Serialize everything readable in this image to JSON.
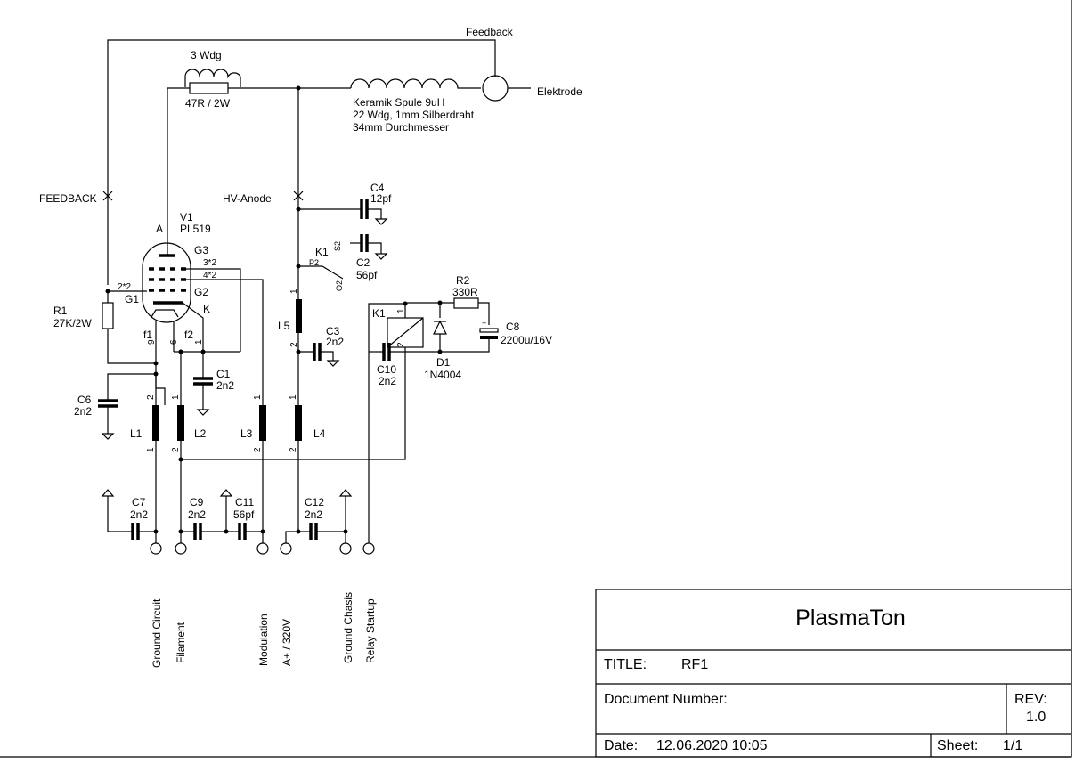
{
  "titleblock": {
    "project": "PlasmaTon",
    "title_label": "TITLE:",
    "title_value": "RF1",
    "docnum_label": "Document Number:",
    "rev_label": "REV:",
    "rev_value": "1.0",
    "date_label": "Date:",
    "date_value": "12.06.2020 10:05",
    "sheet_label": "Sheet:",
    "sheet_value": "1/1"
  },
  "nets": {
    "feedback_top": "Feedback",
    "feedback_left": "FEEDBACK",
    "elektrode": "Elektrode",
    "hv_anode": "HV-Anode"
  },
  "parts": {
    "coil_3wdg": "3 Wdg",
    "r_47r": "47R / 2W",
    "ceramic_coil_line1": "Keramik Spule 9uH",
    "ceramic_coil_line2": "22 Wdg, 1mm Silberdraht",
    "ceramic_coil_line3": "34mm Durchmesser",
    "c4_ref": "C4",
    "c4_val": "12pf",
    "c2_ref": "C2",
    "c2_val": "56pf",
    "k1_ref": "K1",
    "v1_ref": "V1",
    "v1_val": "PL519",
    "r1_ref": "R1",
    "r1_val": "27K/2W",
    "r2_ref": "R2",
    "r2_val": "330R",
    "c8_ref": "C8",
    "c8_val": "2200u/16V",
    "c10_ref": "C10",
    "c10_val": "2n2",
    "d1_ref": "D1",
    "d1_val": "1N4004",
    "c3_ref": "C3",
    "c3_val": "2n2",
    "c1_ref": "C1",
    "c1_val": "2n2",
    "c6_ref": "C6",
    "c6_val": "2n2",
    "l1_ref": "L1",
    "l2_ref": "L2",
    "l3_ref": "L3",
    "l4_ref": "L4",
    "l5_ref": "L5",
    "c7_ref": "C7",
    "c7_val": "2n2",
    "c9_ref": "C9",
    "c9_val": "2n2",
    "c11_ref": "C11",
    "c11_val": "56pf",
    "c12_ref": "C12",
    "c12_val": "2n2"
  },
  "pins": {
    "a": "A",
    "g3": "G3",
    "g2": "G2",
    "g1": "G1",
    "k": "K",
    "f1": "f1",
    "f2": "f2",
    "p32": "3*2",
    "p42": "4*2",
    "p22": "2*2",
    "p9": "9",
    "p6": "6",
    "one": "1",
    "two": "2",
    "p2": "P2",
    "s2": "S2",
    "o2": "O2",
    "plus": "+"
  },
  "connectors": {
    "ground_circuit": "Ground Circuit",
    "filament": "Filament",
    "modulation": "Modulation",
    "a_plus": "A+ / 320V",
    "ground_chasis": "Ground Chasis",
    "relay_startup": "Relay Startup"
  }
}
